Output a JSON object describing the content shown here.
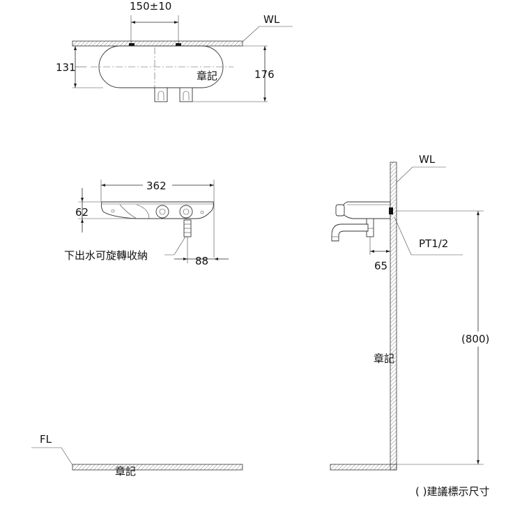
{
  "top_view": {
    "dim_spacing": "150±10",
    "label_wall": "WL",
    "dim_width": "131",
    "dim_depth": "176",
    "stamp": "章記"
  },
  "front_view": {
    "dim_length": "362",
    "dim_height": "62",
    "note_spout": "下出水可旋轉收納",
    "dim_spout_offset": "88"
  },
  "side_view": {
    "label_wall": "WL",
    "label_thread": "PT1/2",
    "dim_projection": "65",
    "dim_install_height": "(800)",
    "stamp": "章記"
  },
  "floor": {
    "label_floor": "FL",
    "stamp": "章記"
  },
  "footnote": "( )建議標示尺寸"
}
